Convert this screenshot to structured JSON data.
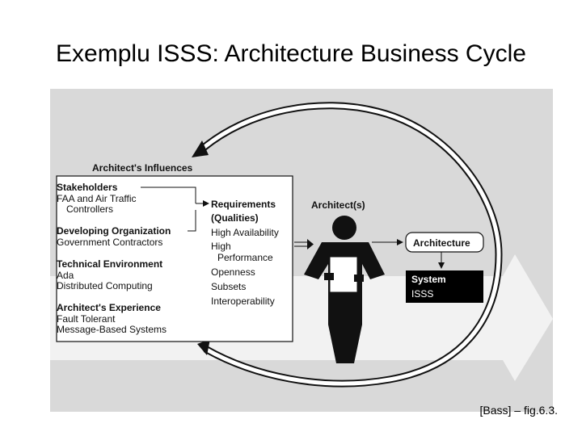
{
  "slide": {
    "title": "Exemplu ISSS: Architecture Business Cycle",
    "caption": "[Bass] – fig.6.3."
  },
  "influences": {
    "title": "Architect's Influences",
    "groups": [
      {
        "heading": "Stakeholders",
        "items": [
          "FAA and Air Traffic",
          "Controllers"
        ]
      },
      {
        "heading": "Developing Organization",
        "items": [
          "Government Contractors"
        ]
      },
      {
        "heading": "Technical Environment",
        "items": [
          "Ada",
          "Distributed Computing"
        ]
      },
      {
        "heading": "Architect's Experience",
        "items": [
          "Fault Tolerant",
          "Message-Based Systems"
        ]
      }
    ]
  },
  "requirements": {
    "heading1": "Requirements",
    "heading2": "(Qualities)",
    "items": [
      "High Availability",
      "High",
      "Performance",
      "Openness",
      "Subsets",
      "Interoperability"
    ]
  },
  "architect": {
    "label": "Architect(s)"
  },
  "architecture": {
    "label": "Architecture"
  },
  "system": {
    "label": "System",
    "value": "ISSS"
  },
  "colors": {
    "background": "#d9d9d9",
    "band": "#f2f2f2",
    "figure": "#111111",
    "system_box": "#000000"
  }
}
